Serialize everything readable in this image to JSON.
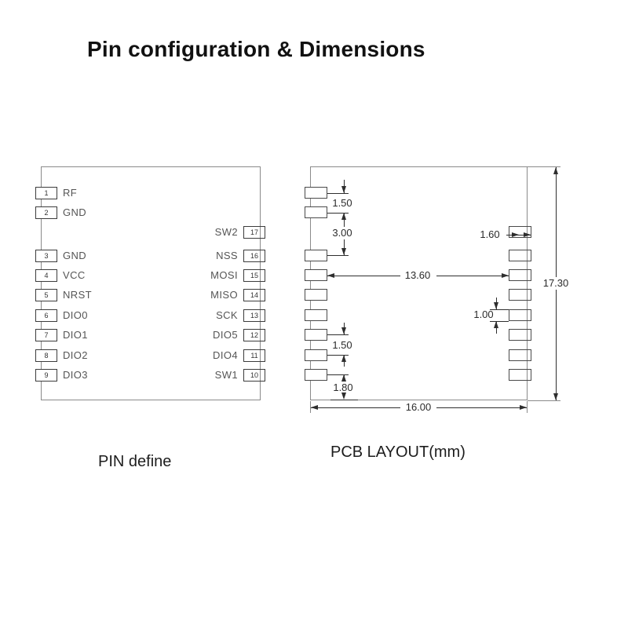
{
  "title": "Pin configuration & Dimensions",
  "pin_define": {
    "caption": "PIN define",
    "left_pins": [
      {
        "num": "1",
        "label": "RF"
      },
      {
        "num": "2",
        "label": "GND"
      },
      {
        "num": "3",
        "label": "GND"
      },
      {
        "num": "4",
        "label": "VCC"
      },
      {
        "num": "5",
        "label": "NRST"
      },
      {
        "num": "6",
        "label": "DIO0"
      },
      {
        "num": "7",
        "label": "DIO1"
      },
      {
        "num": "8",
        "label": "DIO2"
      },
      {
        "num": "9",
        "label": "DIO3"
      }
    ],
    "right_pins": [
      {
        "num": "17",
        "label": "SW2"
      },
      {
        "num": "16",
        "label": "NSS"
      },
      {
        "num": "15",
        "label": "MOSI"
      },
      {
        "num": "14",
        "label": "MISO"
      },
      {
        "num": "13",
        "label": "SCK"
      },
      {
        "num": "12",
        "label": "DIO5"
      },
      {
        "num": "11",
        "label": "DIO4"
      },
      {
        "num": "10",
        "label": "SW1"
      }
    ]
  },
  "pcb_layout": {
    "caption": "PCB LAYOUT(mm)",
    "left_pad_count": 9,
    "right_pad_count": 8,
    "dim_labels": {
      "top_pitch": "1.50",
      "group_gap": "3.00",
      "pad_width": "1.60",
      "pad_inner_span": "13.60",
      "module_height": "17.30",
      "pad_height": "1.00",
      "bottom_pitch": "1.50",
      "bottom_margin": "1.80",
      "module_width": "16.00"
    }
  },
  "colors": {
    "outline_gray": "#8a8a8a",
    "dimension_ink": "#2e2e2e",
    "pin_label_gray": "#555555",
    "background": "#ffffff"
  }
}
